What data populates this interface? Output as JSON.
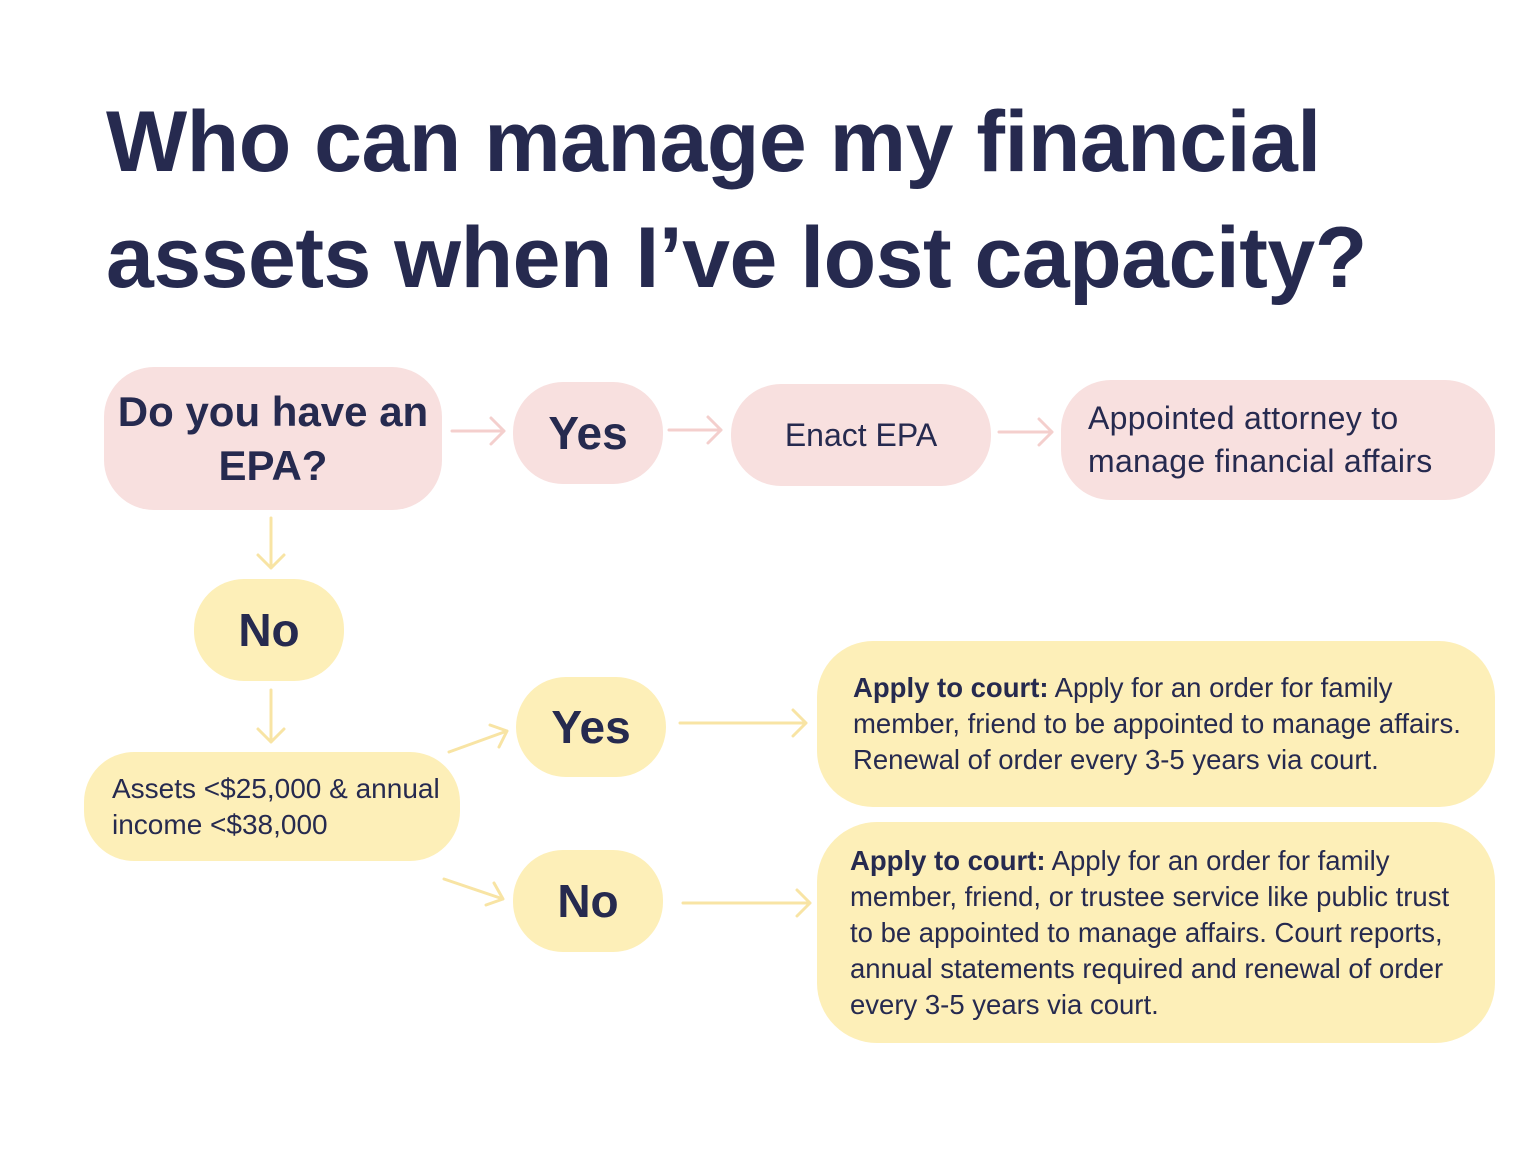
{
  "title": "Who can manage my financial assets when I’ve lost capacity?",
  "nodes": {
    "question_epa": "Do you have an EPA?",
    "yes_epa": "Yes",
    "enact_epa": "Enact EPA",
    "appointed_attorney": "Appointed attorney to manage financial affairs",
    "no_epa": "No",
    "assets_question": "Assets <$25,000 & annual income <$38,000",
    "yes_assets": "Yes",
    "no_assets": "No",
    "court_yes": {
      "label": "Apply to court:",
      "text": "Apply for an order for family member, friend to be appointed to manage affairs. Renewal of order every 3-5 years via court."
    },
    "court_no": {
      "label": "Apply to court:",
      "text": "Apply for an order for family member, friend, or trustee service like public trust to be appointed to manage affairs. Court reports, annual statements required and renewal of order every 3-5 years via court."
    }
  },
  "colors": {
    "text": "#262a4f",
    "pink_node": "#f8e0df",
    "yellow_node": "#fdefb8",
    "pink_arrow": "#f4cfcd",
    "yellow_arrow": "#f8e4a4"
  }
}
